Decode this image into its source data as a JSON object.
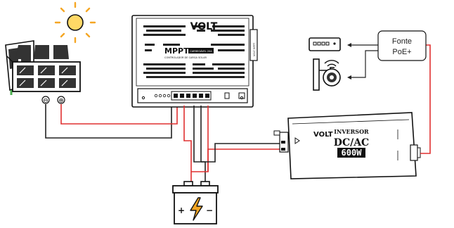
{
  "controller": {
    "brand": "VOLT",
    "model": "MPPT",
    "subtitle": "CONTROLADOR DE CARGA SOLAR",
    "badge": "CARREGÁVEL 20A",
    "side_label": "VOLT MPPT"
  },
  "inverter": {
    "brand": "VOLT",
    "label_top": "INVERSOR",
    "label_main": "DC/AC",
    "power": "600W"
  },
  "poe": {
    "line1": "Fonte",
    "line2": "PoE+"
  },
  "panel": {
    "negative": "⊖",
    "positive": "⊕"
  },
  "battery": {
    "positive": "+",
    "negative": "−"
  },
  "colors": {
    "positive_wire": "#e03030",
    "negative_wire": "#222222",
    "poe_wire": "#e03030",
    "sun_fill": "#ffd866",
    "sun_rays": "#f5a623",
    "bolt": "#f5a623"
  }
}
